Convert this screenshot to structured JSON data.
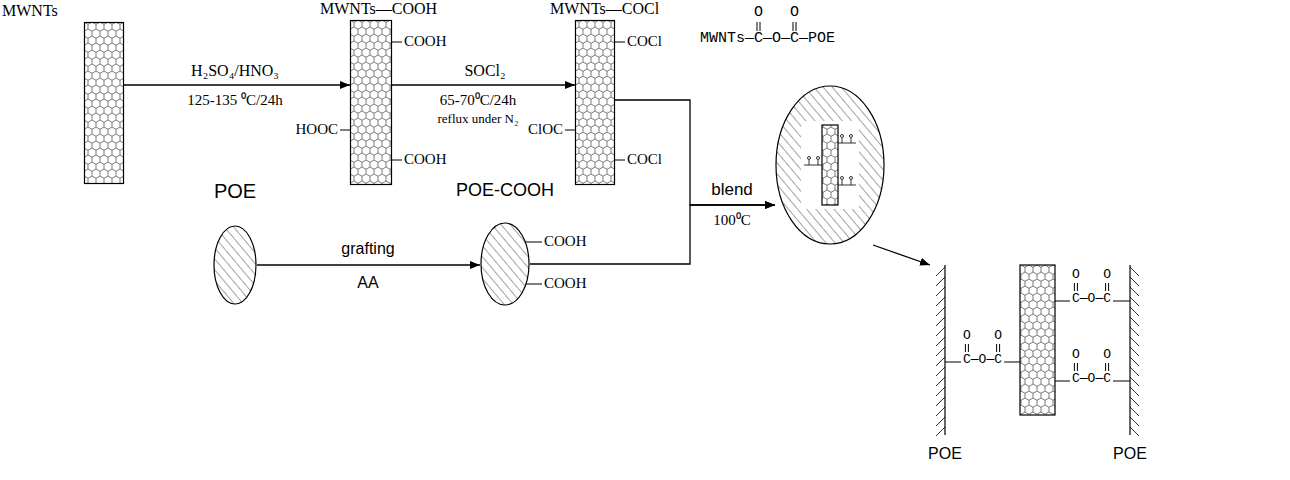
{
  "diagram": {
    "nodes": [
      {
        "text": [
          "MWNTs"
        ]
      },
      {
        "text": [
          "MWNTs—COOH",
          "COOH",
          "HOOC",
          "COOH"
        ]
      },
      {
        "text": [
          "MWNTs—COCl",
          "COCl",
          "ClOC",
          "COCl"
        ]
      },
      {
        "text": [
          "POE"
        ]
      },
      {
        "text": [
          "POE-COOH",
          "COOH",
          "COOH"
        ]
      },
      {
        "text": [
          "MWNTs—C—O—C—POE"
        ]
      },
      {
        "text": [
          "POE",
          "POE"
        ]
      }
    ],
    "edges": [
      {
        "from": 0,
        "to": 1,
        "arrow": "to",
        "label": "H₂SO₄/HNO₃"
      },
      {
        "from": 1,
        "to": 2,
        "arrow": "to",
        "label": "SOCl₂"
      },
      {
        "from": 2,
        "to": 5,
        "arrow": "to",
        "label": "blend"
      },
      {
        "from": 3,
        "to": 4,
        "arrow": "to",
        "label": "grafting"
      },
      {
        "from": 4,
        "to": 5,
        "arrow": "to"
      },
      {
        "from": 5,
        "to": 6,
        "arrow": "to"
      }
    ],
    "labels": [
      "125-135 ⁰C/24h",
      "65-70⁰C/24h",
      "reflux under N₂",
      "AA",
      "100⁰C",
      "O",
      "O",
      "O",
      "O",
      "C—O—C",
      "O",
      "O",
      "C—O—C",
      "O",
      "O",
      "C—O—C"
    ]
  }
}
